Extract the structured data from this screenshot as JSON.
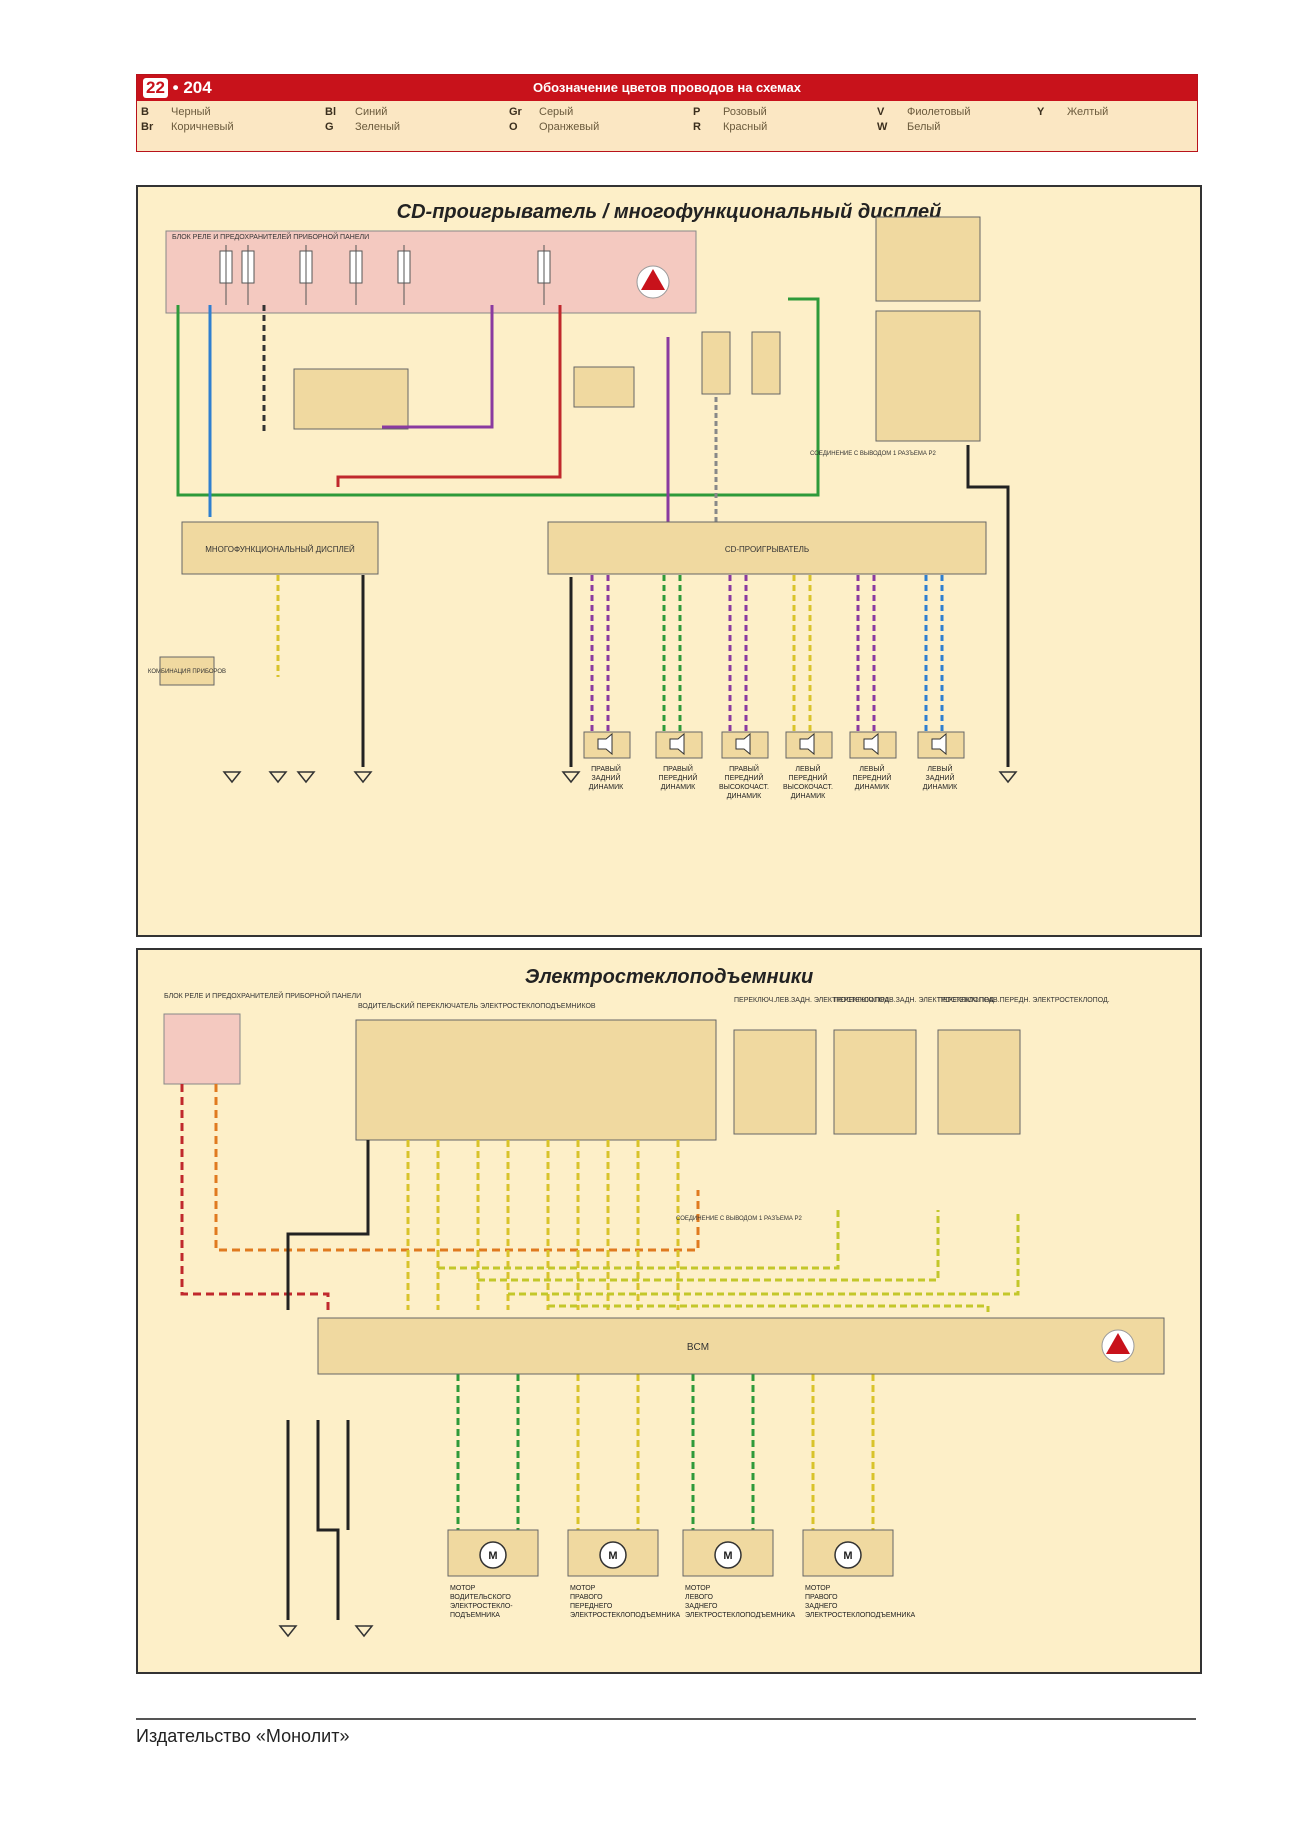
{
  "header": {
    "chapter": "22",
    "page": "204",
    "title": "Обозначение цветов проводов на схемах"
  },
  "wire_colors": [
    {
      "code": "B",
      "name": "Черный"
    },
    {
      "code": "Br",
      "name": "Коричневый"
    },
    {
      "code": "Bl",
      "name": "Синий"
    },
    {
      "code": "G",
      "name": "Зеленый"
    },
    {
      "code": "Gr",
      "name": "Серый"
    },
    {
      "code": "O",
      "name": "Оранжевый"
    },
    {
      "code": "P",
      "name": "Розовый"
    },
    {
      "code": "R",
      "name": "Красный"
    },
    {
      "code": "V",
      "name": "Фиолетовый"
    },
    {
      "code": "W",
      "name": "Белый"
    },
    {
      "code": "Y",
      "name": "Желтый"
    }
  ],
  "diagram1": {
    "title": "CD-проигрыватель / многофункциональный дисплей",
    "fuse_block_label": "БЛОК РЕЛЕ И ПРЕДОХРАНИТЕЛЕЙ ПРИБОРНОЙ ПАНЕЛИ",
    "display_label": "МНОГОФУНКЦИОНАЛЬНЫЙ ДИСПЛЕЙ",
    "cd_label": "CD-ПРОИГРЫВАТЕЛЬ",
    "instrument_label": "КОМБИНАЦИЯ ПРИБОРОВ",
    "connection_note": "СОЕДИНЕНИЕ С ВЫВОДОМ 1 РАЗЪЕМА Р2",
    "speakers": [
      "ПРАВЫЙ ЗАДНИЙ ДИНАМИК",
      "ПРАВЫЙ ПЕРЕДНИЙ ДИНАМИК",
      "ПРАВЫЙ ПЕРЕДНИЙ ВЫСОКОЧАСТ. ДИНАМИК",
      "ЛЕВЫЙ ПЕРЕДНИЙ ВЫСОКОЧАСТ. ДИНАМИК",
      "ЛЕВЫЙ ПЕРЕДНИЙ ДИНАМИК",
      "ЛЕВЫЙ ЗАДНИЙ ДИНАМИК"
    ]
  },
  "diagram2": {
    "title": "Электростеклоподъемники",
    "fuse_block_label": "БЛОК РЕЛЕ И ПРЕДОХРАНИТЕЛЕЙ ПРИБОРНОЙ ПАНЕЛИ",
    "driver_switch_label": "ВОДИТЕЛЬСКИЙ ПЕРЕКЛЮЧАТЕЛЬ ЭЛЕКТРОСТЕКЛОПОДЪЕМНИКОВ",
    "switch_rl_label": "ПЕРЕКЛЮЧ.ЛЕВ.ЗАДН. ЭЛЕКТРОСТЕКЛОПОД.",
    "switch_rr_label": "ПЕРЕКЛЮЧ.ПРАВ.ЗАДН. ЭЛЕКТРОСТЕКЛОПОД.",
    "switch_fr_label": "ПЕРЕКЛЮЧ.ПРАВ.ПЕРЕДН. ЭЛЕКТРОСТЕКЛОПОД.",
    "bcm_label": "BCM",
    "connection_note": "СОЕДИНЕНИЕ С ВЫВОДОМ 1 РАЗЪЕМА Р2",
    "motors": [
      "МОТОР ВОДИТЕЛЬСКОГО ЭЛЕКТРОСТЕКЛО- ПОДЪЕМНИКА",
      "МОТОР ПРАВОГО ПЕРЕДНЕГО ЭЛЕКТРОСТЕКЛОПОДЪЕМНИКА",
      "МОТОР ЛЕВОГО ЗАДНЕГО ЭЛЕКТРОСТЕКЛОПОДЪЕМНИКА",
      "МОТОР ПРАВОГО ЗАДНЕГО ЭЛЕКТРОСТЕКЛОПОДЪЕМНИКА"
    ],
    "motor_symbol": "M"
  },
  "footer": "Издательство «Монолит»",
  "colors": {
    "panel_bg": "#fdefc8",
    "fuse_block_bg": "#f4c9c0",
    "component_bg": "#f0d9a0",
    "header_red": "#c8121b",
    "wire_green": "#2e9a3a",
    "wire_blue": "#2f7fcf",
    "wire_red": "#c0282d",
    "wire_violet": "#8a3aa0",
    "wire_yellow": "#d9c32a",
    "wire_orange": "#e07a1f"
  }
}
